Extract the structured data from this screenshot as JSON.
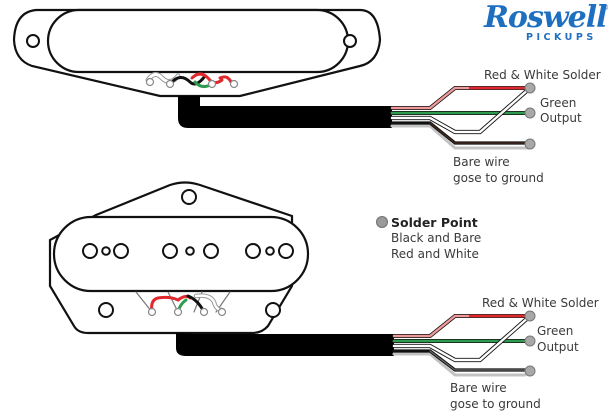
{
  "logo": {
    "brand": "Roswell",
    "sub": "PICKUPS",
    "registered": "®",
    "color": "#1f6fc0"
  },
  "top_pickup": {
    "type": "neck",
    "labels": {
      "red_white": "Red & White Solder",
      "green": "Green",
      "output": "Output",
      "bare_line1": "Bare wire",
      "bare_line2": "gose to ground"
    }
  },
  "bottom_pickup": {
    "type": "bridge",
    "labels": {
      "red_white": "Red & White Solder",
      "green": "Green",
      "output": "Output",
      "bare_line1": "Bare wire",
      "bare_line2": "gose to ground"
    }
  },
  "legend": {
    "title": "Solder Point",
    "line1": "Black and Bare",
    "line2": "Red and White",
    "icon": "solder-point-dot"
  },
  "wire_colors": {
    "red": "#e0282d",
    "pink": "#ef9a9a",
    "green": "#2e9b4e",
    "black": "#1a1a1a",
    "white": "#ffffff",
    "bare": "#b5b5b5",
    "solder": "#a8a8a8"
  }
}
